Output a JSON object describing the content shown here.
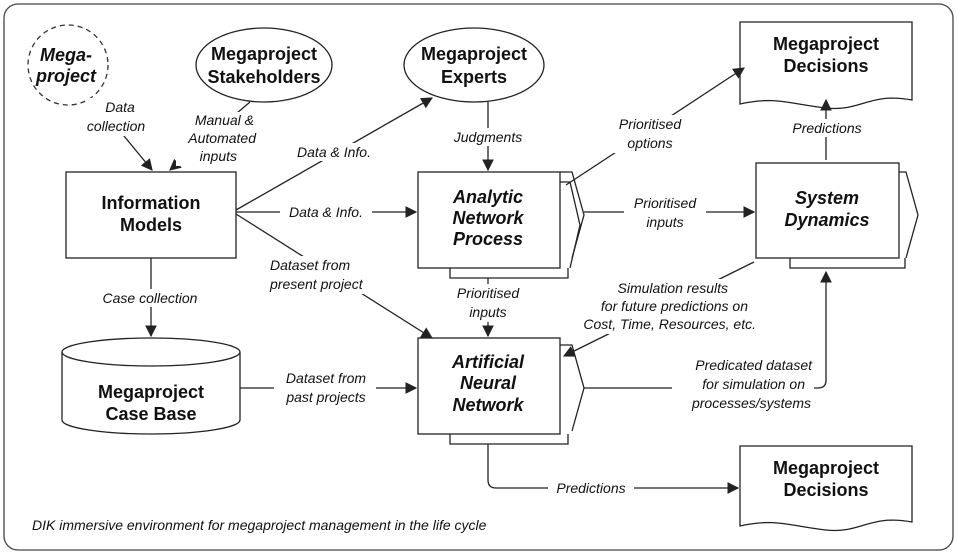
{
  "nodes": {
    "megaproject": [
      "Mega-",
      "project"
    ],
    "stakeholders": [
      "Megaproject",
      "Stakeholders"
    ],
    "experts": [
      "Megaproject",
      "Experts"
    ],
    "decisions_top": [
      "Megaproject",
      "Decisions"
    ],
    "info_models": [
      "Information",
      "Models"
    ],
    "anp": [
      "Analytic",
      "Network",
      "Process"
    ],
    "system_dynamics": [
      "System",
      "Dynamics"
    ],
    "case_base": [
      "Megaproject",
      "Case Base"
    ],
    "ann": [
      "Artificial",
      "Neural",
      "Network"
    ],
    "decisions_bottom": [
      "Megaproject",
      "Decisions"
    ]
  },
  "edges": {
    "data_collection": [
      "Data",
      "collection"
    ],
    "manual_automated": [
      "Manual &",
      "Automated",
      "inputs"
    ],
    "data_info_up": [
      "Data & Info."
    ],
    "data_info_mid": [
      "Data & Info."
    ],
    "judgments": [
      "Judgments"
    ],
    "prioritised_options": [
      "Prioritised",
      "options"
    ],
    "prioritised_inputs_right": [
      "Prioritised",
      "inputs"
    ],
    "predictions_top": [
      "Predictions"
    ],
    "dataset_present": [
      "Dataset from",
      "present project"
    ],
    "prioritised_inputs_down": [
      "Prioritised",
      "inputs"
    ],
    "simulation_results": [
      "Simulation results",
      "for future predictions on",
      "Cost, Time, Resources, etc."
    ],
    "case_collection": [
      "Case collection"
    ],
    "dataset_past": [
      "Dataset from",
      "past projects"
    ],
    "predicated_dataset": [
      "Predicated dataset",
      "for simulation on",
      "processes/systems"
    ],
    "predictions_bottom": [
      "Predictions"
    ]
  },
  "caption": "DIK immersive environment for megaproject management in the life cycle"
}
